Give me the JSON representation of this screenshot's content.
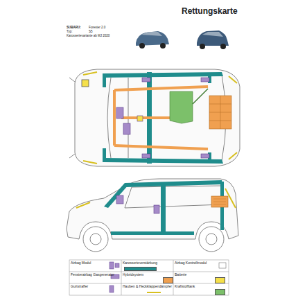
{
  "diagram": {
    "title": "Rettungskarte",
    "labels": [
      "SUBARU:",
      "Forester 2.0",
      "Typ:",
      "S5",
      "Karosserievariante ab MJ 2020"
    ],
    "legend": [
      {
        "text": "Airbag Modul"
      },
      {
        "text": "Karosserieverstärkung",
        "color": "#1f8c8c"
      },
      {
        "text": "Airbag Kontrollmodul"
      },
      {
        "text": "Fensterairbag Gasgenerator"
      },
      {
        "text": "Hybridsystem",
        "color": "#f0a050"
      },
      {
        "text": "Batterie",
        "color": "#f5e04a"
      },
      {
        "text": "Gurtstraffer"
      },
      {
        "text": "Hauben & Heckklappendämpfer"
      },
      {
        "text": "Kraftstofftank",
        "color": "#7cc06a"
      }
    ]
  }
}
